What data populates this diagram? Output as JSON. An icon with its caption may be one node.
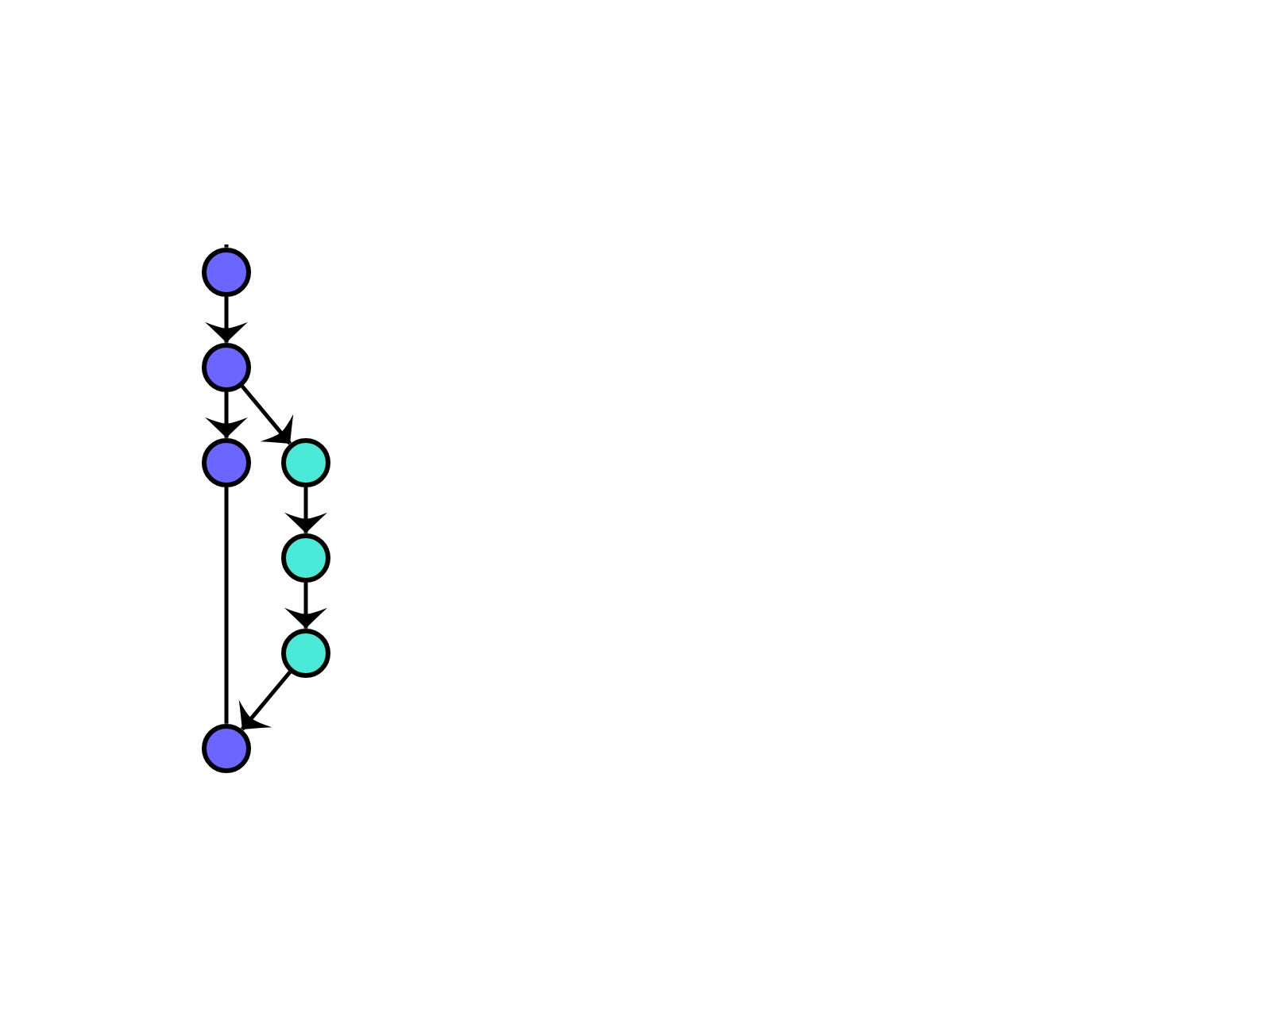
{
  "diagram": {
    "nodes": [
      {
        "text": [],
        "shape": "circle"
      },
      {
        "text": [],
        "shape": "circle"
      },
      {
        "text": [],
        "shape": "circle"
      },
      {
        "text": [],
        "shape": "circle"
      },
      {
        "text": [],
        "shape": "circle"
      },
      {
        "text": [],
        "shape": "circle"
      },
      {
        "text": [],
        "shape": "circle"
      }
    ],
    "edges": [
      {
        "from": null,
        "to": 0,
        "arrow": "none"
      },
      {
        "from": 0,
        "to": 1,
        "arrow": "to"
      },
      {
        "from": 1,
        "to": 2,
        "arrow": "to"
      },
      {
        "from": 1,
        "to": 3,
        "arrow": "to"
      },
      {
        "from": 3,
        "to": 4,
        "arrow": "to"
      },
      {
        "from": 4,
        "to": 5,
        "arrow": "to"
      },
      {
        "from": 2,
        "to": 6,
        "arrow": "none"
      },
      {
        "from": 5,
        "to": 6,
        "arrow": "to"
      }
    ]
  }
}
